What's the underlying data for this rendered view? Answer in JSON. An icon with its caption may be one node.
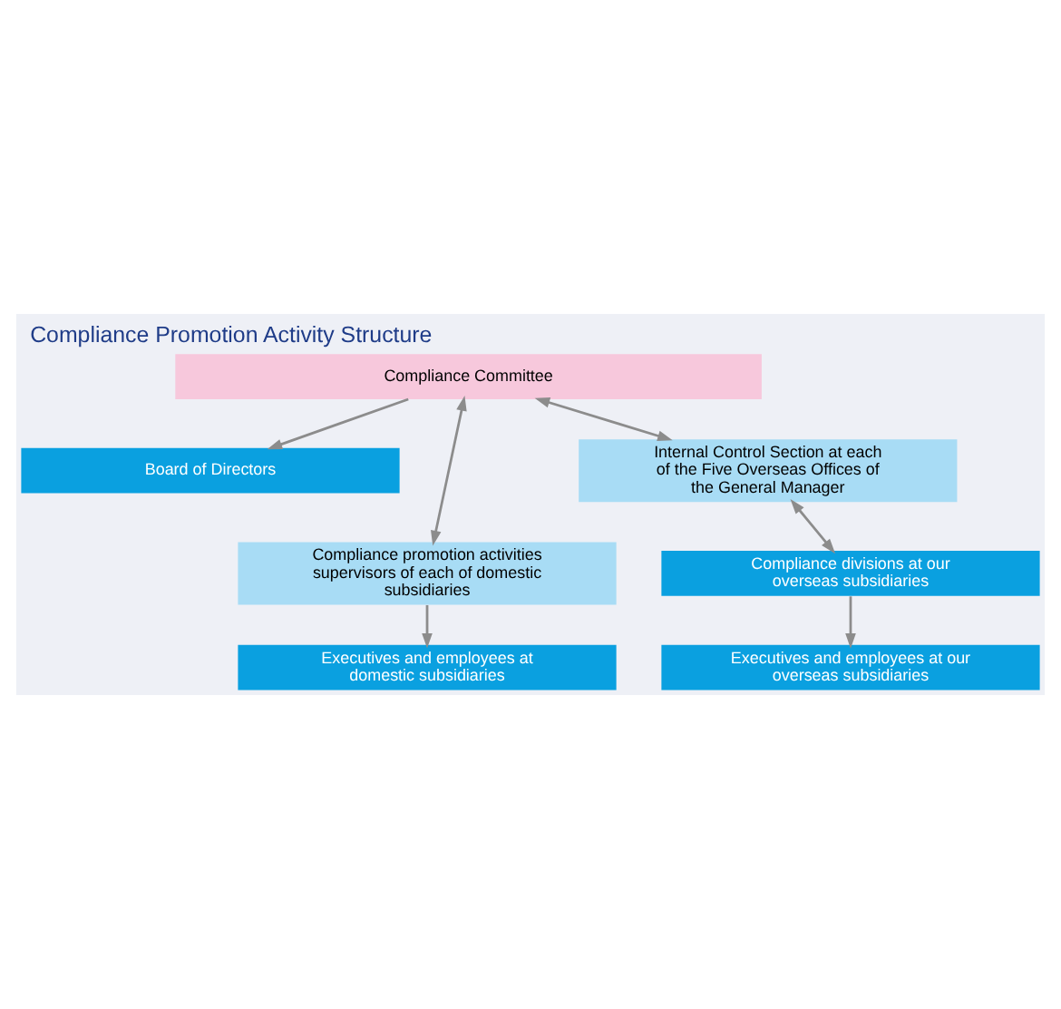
{
  "diagram": {
    "title": "Compliance Promotion Activity Structure",
    "nodes": [
      {
        "text": [
          "Board of Directors"
        ]
      },
      {
        "text": [
          "Compliance Committee"
        ]
      },
      {
        "text": [
          "Compliance promotion activities supervisors of each of domestic subsidiaries"
        ]
      },
      {
        "text": [
          "Internal Control Section at each of the Five Overseas Offices of the General Manager"
        ]
      },
      {
        "text": [
          "Compliance divisions at our overseas subsidiaries"
        ]
      },
      {
        "text": [
          "Executives and employees at domestic subsidiaries"
        ]
      },
      {
        "text": [
          "Executives and employees at our overseas subsidiaries"
        ]
      }
    ],
    "edges": [
      {
        "from": 1,
        "to": 0,
        "arrow": "to"
      },
      {
        "from": 1,
        "to": 2,
        "arrow": "both"
      },
      {
        "from": 1,
        "to": 3,
        "arrow": "both"
      },
      {
        "from": 3,
        "to": 4,
        "arrow": "both"
      },
      {
        "from": 2,
        "to": 5,
        "arrow": "to"
      },
      {
        "from": 4,
        "to": 6,
        "arrow": "to"
      }
    ]
  }
}
